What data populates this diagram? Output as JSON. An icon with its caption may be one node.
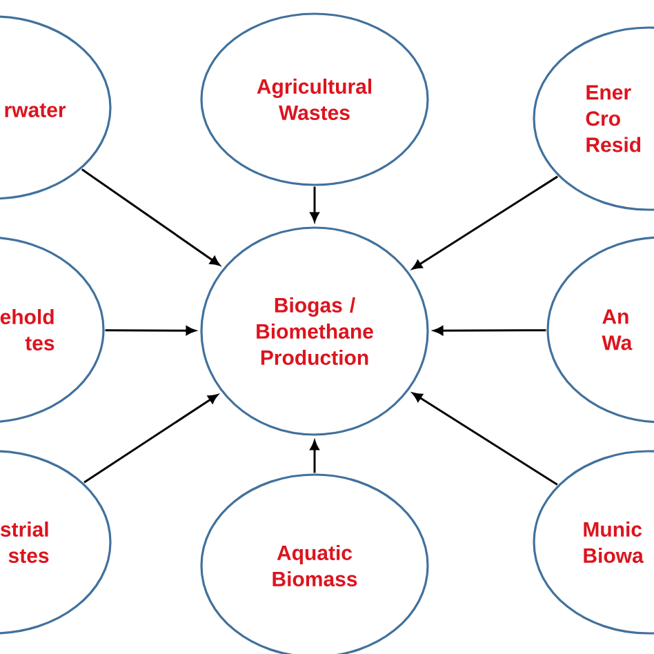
{
  "diagram": {
    "nodes": [
      {
        "text": [
          "rwater"
        ]
      },
      {
        "text": [
          "Agricultural Wastes"
        ]
      },
      {
        "text": [
          "Ener Cro Resid"
        ]
      },
      {
        "text": [
          "ehold tes"
        ]
      },
      {
        "text": [
          "Biogas / Biomethane Production"
        ]
      },
      {
        "text": [
          "An Wa"
        ]
      },
      {
        "text": [
          "strial stes"
        ]
      },
      {
        "text": [
          "Aquatic Biomass"
        ]
      },
      {
        "text": [
          "Munic Biowa"
        ]
      }
    ],
    "edges": [
      {
        "from": 0,
        "to": 4,
        "arrow": "to"
      },
      {
        "from": 1,
        "to": 4,
        "arrow": "to"
      },
      {
        "from": 2,
        "to": 4,
        "arrow": "to"
      },
      {
        "from": 3,
        "to": 4,
        "arrow": "to"
      },
      {
        "from": 5,
        "to": 4,
        "arrow": "to"
      },
      {
        "from": 6,
        "to": 4,
        "arrow": "to"
      },
      {
        "from": 7,
        "to": 4,
        "arrow": "to"
      },
      {
        "from": 8,
        "to": 4,
        "arrow": "to"
      }
    ]
  }
}
